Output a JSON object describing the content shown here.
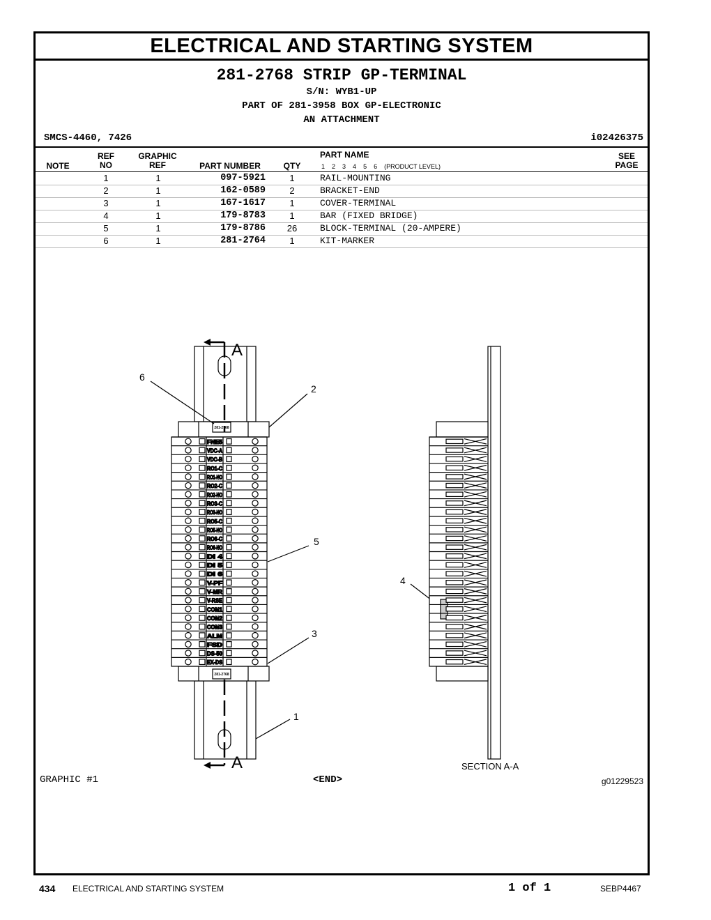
{
  "page": {
    "title": "ELECTRICAL AND STARTING SYSTEM",
    "part_title": "281-2768 STRIP GP-TERMINAL",
    "serial": "S/N: WYB1-UP",
    "part_of": "PART OF 281-3958 BOX GP-ELECTRONIC",
    "attachment": "AN ATTACHMENT",
    "smcs": "SMCS-4460, 7426",
    "illustration_id": "i02426375"
  },
  "table": {
    "headers": {
      "note": "NOTE",
      "ref_top": "REF",
      "ref_bottom": "NO",
      "graphic_top": "GRAPHIC",
      "graphic_bottom": "REF",
      "part_number": "PART NUMBER",
      "qty": "QTY",
      "part_name": "PART NAME",
      "levels": [
        "1",
        "2",
        "3",
        "4",
        "5",
        "6"
      ],
      "levels_note": "(PRODUCT LEVEL)",
      "see_top": "SEE",
      "see_bottom": "PAGE"
    },
    "rows": [
      {
        "ref": "1",
        "graphic": "1",
        "part": "097-5921",
        "qty": "1",
        "name": "RAIL-MOUNTING"
      },
      {
        "ref": "2",
        "graphic": "1",
        "part": "162-0589",
        "qty": "2",
        "name": "BRACKET-END"
      },
      {
        "ref": "3",
        "graphic": "1",
        "part": "167-1617",
        "qty": "1",
        "name": "COVER-TERMINAL"
      },
      {
        "ref": "4",
        "graphic": "1",
        "part": "179-8783",
        "qty": "1",
        "name": "BAR (FIXED BRIDGE)"
      },
      {
        "ref": "5",
        "graphic": "1",
        "part": "179-8786",
        "qty": "26",
        "name": "BLOCK-TERMINAL (20-AMPERE)"
      },
      {
        "ref": "6",
        "graphic": "1",
        "part": "281-2764",
        "qty": "1",
        "name": "KIT-MARKER"
      }
    ]
  },
  "drawing": {
    "section_mark": "A",
    "callouts": [
      "1",
      "2",
      "3",
      "4",
      "5",
      "6"
    ],
    "marker_text": "281-2768",
    "terminal_labels": [
      "FNE5",
      "VDC-A",
      "VDC-B",
      "RO1-C",
      "RO1-NO",
      "RO2-C",
      "RO2-NO",
      "RO3-C",
      "RO3-NO",
      "RO5-C",
      "RO5-NO",
      "RO6-C",
      "RO6-NO",
      "DI 4",
      "DI 5",
      "DI 6",
      "V-PF",
      "V-MR",
      "V-RSE",
      "COM1",
      "COM2",
      "COM3",
      "ALM",
      "FSD",
      "DS-50",
      "EX-DS"
    ],
    "section_label": "SECTION A-A"
  },
  "graphic": {
    "label": "GRAPHIC #1",
    "end": "<END>",
    "graphic_id": "g01229523"
  },
  "footer": {
    "page_number": "434",
    "section": "ELECTRICAL AND STARTING SYSTEM",
    "page_of": "1 of 1",
    "doc_id": "SEBP4467"
  }
}
